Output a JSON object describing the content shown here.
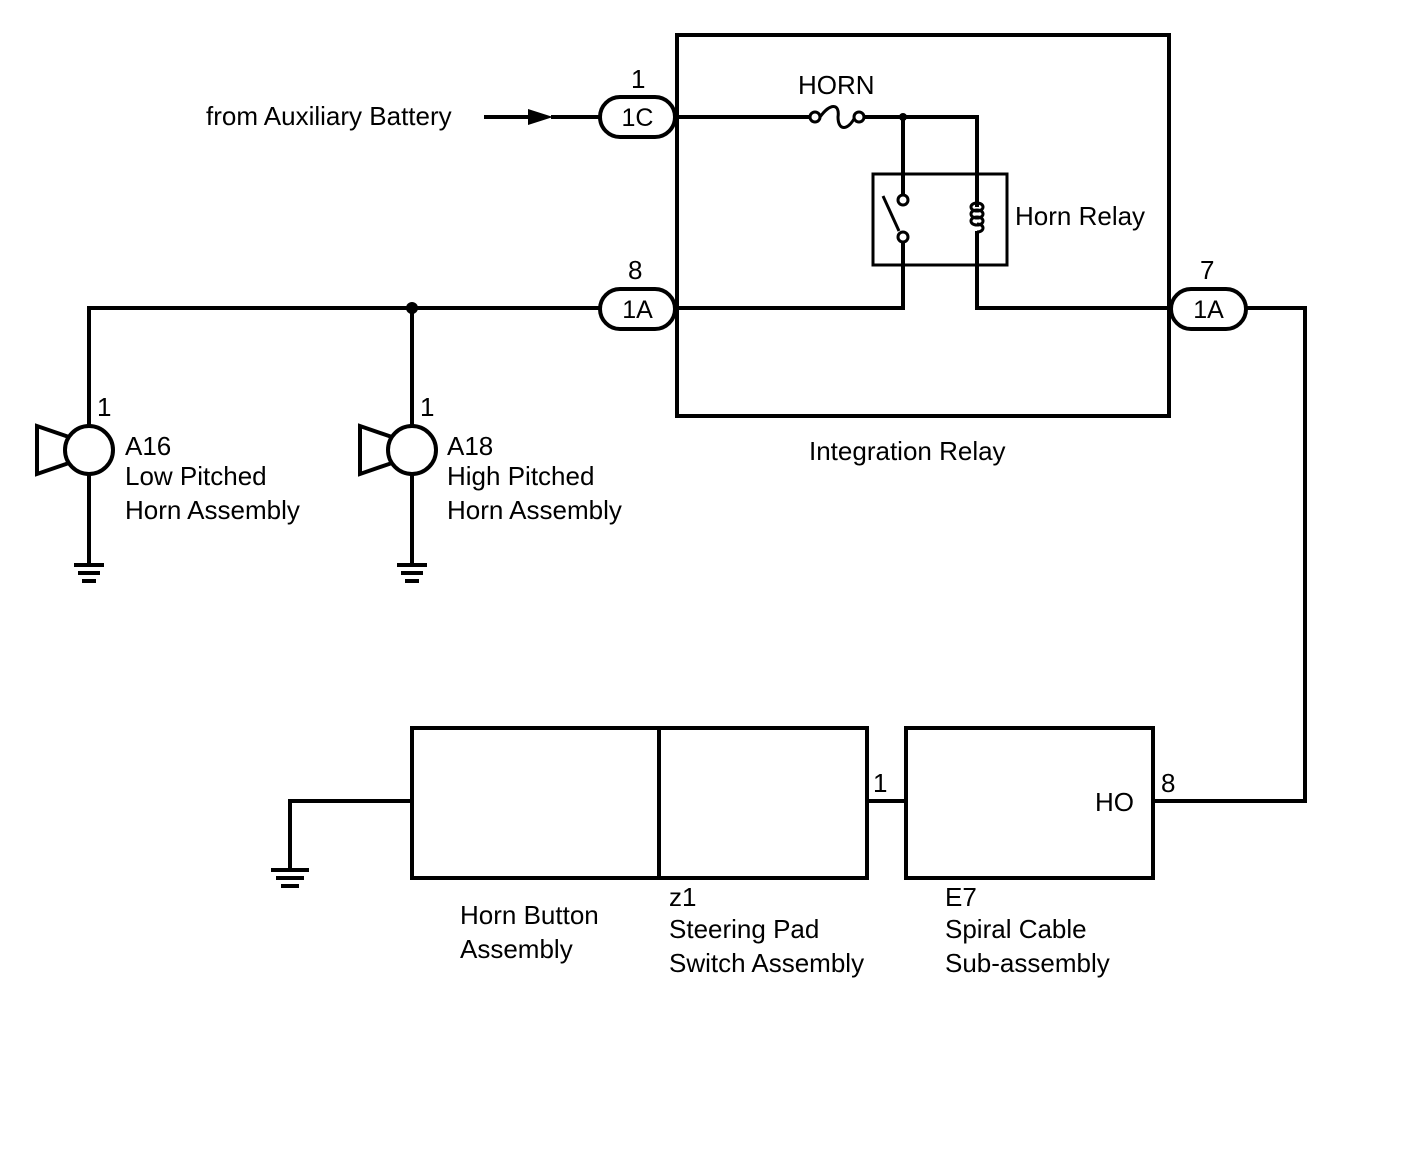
{
  "source": {
    "label": "from Auxiliary Battery"
  },
  "integration_relay": {
    "name": "Integration Relay",
    "fuse_label": "HORN",
    "relay_label": "Horn Relay",
    "connectors": {
      "c1c": {
        "pin": "1",
        "code": "1C"
      },
      "c1a_left": {
        "pin": "8",
        "code": "1A"
      },
      "c1a_right": {
        "pin": "7",
        "code": "1A"
      }
    }
  },
  "horns": {
    "low": {
      "pin": "1",
      "code": "A16",
      "line1": "Low Pitched",
      "line2": "Horn Assembly"
    },
    "high": {
      "pin": "1",
      "code": "A18",
      "line1": "High Pitched",
      "line2": "Horn Assembly"
    }
  },
  "horn_button": {
    "line1": "Horn Button",
    "line2": "Assembly"
  },
  "steering_pad": {
    "code": "z1",
    "line1": "Steering Pad",
    "line2": "Switch Assembly",
    "pin": "1"
  },
  "spiral_cable": {
    "code": "E7",
    "line1": "Spiral Cable",
    "line2": "Sub-assembly",
    "terminal": "HO",
    "pin": "8"
  }
}
